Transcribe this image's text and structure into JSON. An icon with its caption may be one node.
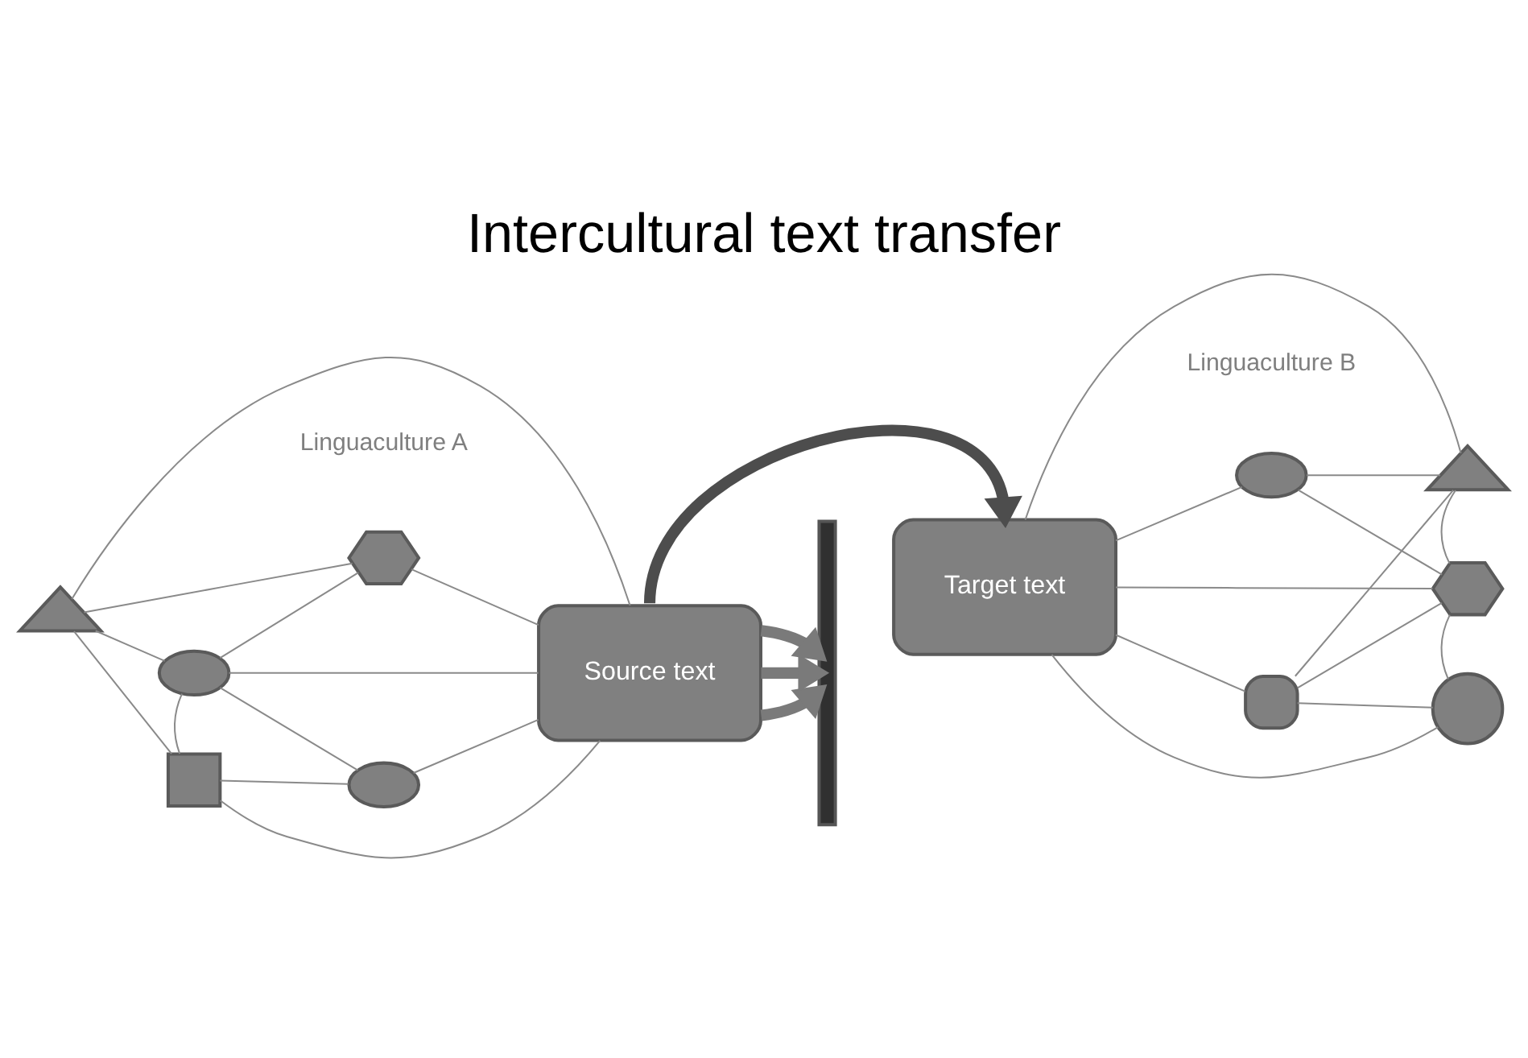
{
  "diagram": {
    "title": "Intercultural text transfer",
    "nodes": [
      {
        "text": [],
        "shape": "hexagon"
      },
      {
        "text": [],
        "shape": "ellipse"
      },
      {
        "text": [
          "Source text"
        ]
      },
      {
        "text": [],
        "shape": "triangle"
      },
      {
        "text": [],
        "shape": "square"
      },
      {
        "text": [],
        "shape": "ellipse"
      },
      {
        "text": [],
        "shape": "bar"
      },
      {
        "text": [],
        "shape": "ellipse"
      },
      {
        "text": [],
        "shape": "triangle"
      },
      {
        "text": [
          "Target text"
        ]
      },
      {
        "text": [],
        "shape": "hexagon"
      },
      {
        "text": [],
        "shape": "square"
      },
      {
        "text": [],
        "shape": "circle"
      }
    ],
    "edges": [
      {
        "from": 1,
        "to": 0,
        "arrow": "none"
      },
      {
        "from": 3,
        "to": 0,
        "arrow": "none"
      },
      {
        "from": 0,
        "to": 2,
        "arrow": "none"
      },
      {
        "from": 3,
        "to": 1,
        "arrow": "none"
      },
      {
        "from": 1,
        "to": 4,
        "arrow": "none"
      },
      {
        "from": 1,
        "to": 2,
        "arrow": "none"
      },
      {
        "from": 1,
        "to": 5,
        "arrow": "none"
      },
      {
        "from": 3,
        "to": 2,
        "arrow": "none"
      },
      {
        "from": 3,
        "to": 4,
        "arrow": "none"
      },
      {
        "from": 4,
        "to": 2,
        "arrow": "none"
      },
      {
        "from": 4,
        "to": 5,
        "arrow": "none"
      },
      {
        "from": 5,
        "to": 2,
        "arrow": "none"
      },
      {
        "from": 2,
        "to": 9,
        "arrow": "to",
        "style": "thick",
        "color": "#4d4d4d"
      },
      {
        "from": 2,
        "to": 6,
        "arrow": "to",
        "style": "thick"
      },
      {
        "from": 2,
        "to": 6,
        "arrow": "to",
        "style": "thick"
      },
      {
        "from": 2,
        "to": 6,
        "arrow": "to",
        "style": "thick"
      },
      {
        "from": 7,
        "to": 8,
        "arrow": "none"
      },
      {
        "from": 9,
        "to": 7,
        "arrow": "none"
      },
      {
        "from": 7,
        "to": 10,
        "arrow": "none"
      },
      {
        "from": 9,
        "to": 8,
        "arrow": "none"
      },
      {
        "from": 11,
        "to": 8,
        "arrow": "none"
      },
      {
        "from": 8,
        "to": 10,
        "arrow": "none"
      },
      {
        "from": 9,
        "to": 10,
        "arrow": "none"
      },
      {
        "from": 11,
        "to": 10,
        "arrow": "none"
      },
      {
        "from": 10,
        "to": 12,
        "arrow": "none"
      },
      {
        "from": 9,
        "to": 11,
        "arrow": "none"
      },
      {
        "from": 9,
        "to": 12,
        "arrow": "none"
      },
      {
        "from": 11,
        "to": 12,
        "arrow": "none"
      }
    ],
    "labels": [
      "Linguaculture A",
      "Linguaculture B"
    ]
  }
}
